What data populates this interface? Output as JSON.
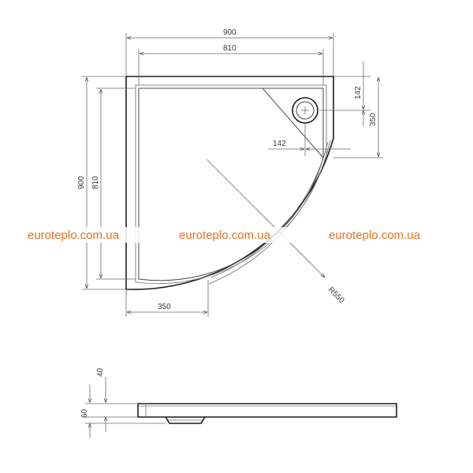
{
  "dimensions": {
    "outer_width": "900",
    "inner_width": "810",
    "outer_depth": "900",
    "inner_depth": "810",
    "drain_offset_top": "142",
    "drain_offset_side": "142",
    "drain_span": "350",
    "bottom_straight": "350",
    "radius": "R550",
    "profile_height_top": "40",
    "profile_height_total": "60"
  },
  "watermarks": [
    "euroteplo.com.ua",
    "euroteplo.com.ua",
    "euroteplo.com.ua"
  ]
}
